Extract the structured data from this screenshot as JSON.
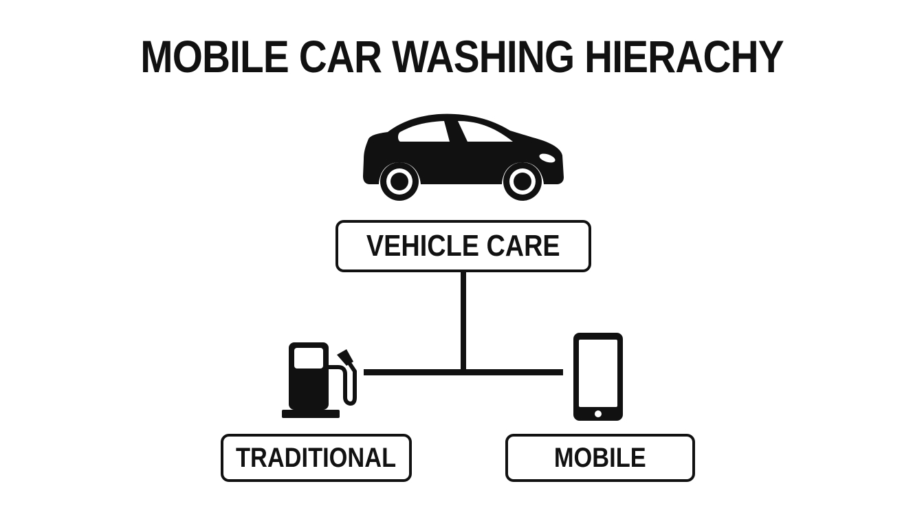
{
  "title": "MOBILE CAR WASHING HIERACHY",
  "hierarchy": {
    "root": {
      "label": "VEHICLE CARE",
      "icon": "car-icon"
    },
    "children": [
      {
        "label": "TRADITIONAL",
        "icon": "fuel-pump-icon"
      },
      {
        "label": "MOBILE",
        "icon": "smartphone-icon"
      }
    ]
  },
  "colors": {
    "ink": "#111111",
    "background": "#ffffff"
  }
}
